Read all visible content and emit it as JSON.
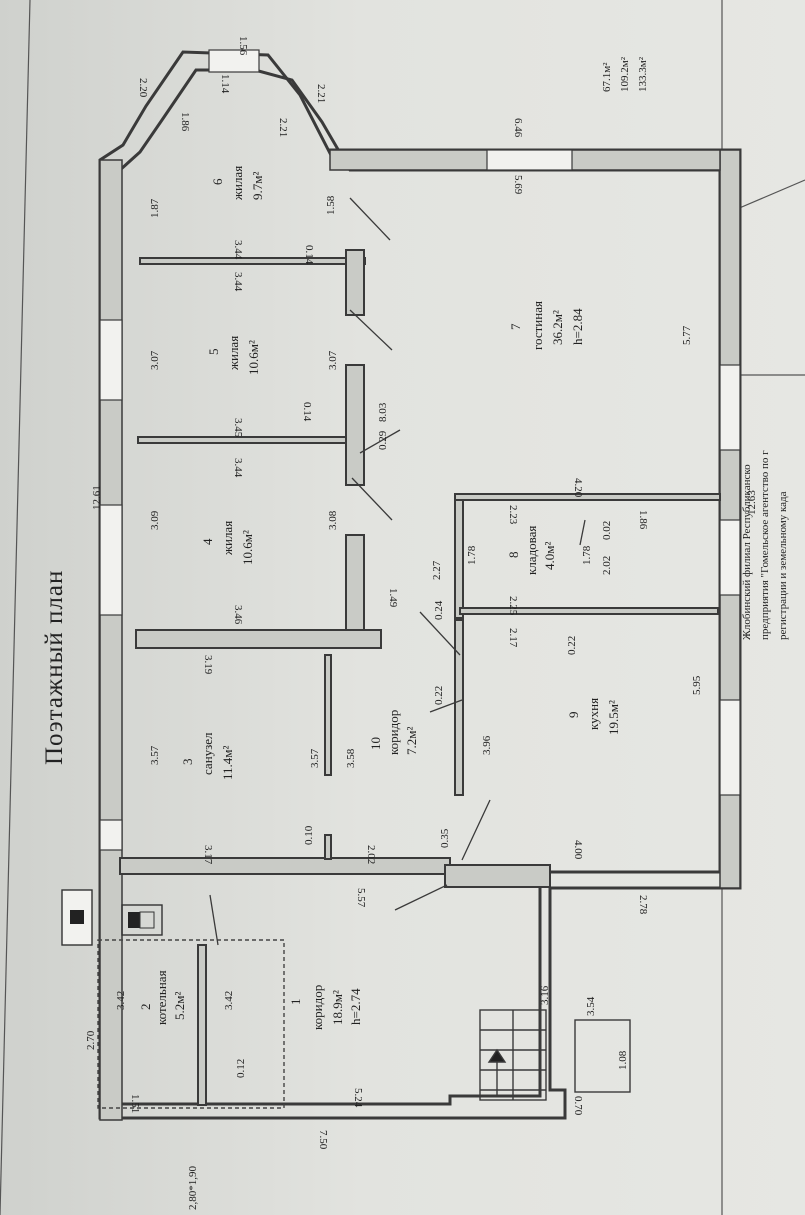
{
  "title": "Поэтажный план",
  "stamp": {
    "line1": "Жлобинский филиал  Республиканско",
    "line2": "предприятия \"Гомельское агентство по г",
    "line3": "регистрации и земельному када"
  },
  "areas": [
    "67.1м²",
    "109.2м²",
    "133.3м²"
  ],
  "rooms": [
    {
      "num": "1",
      "name": "коридор",
      "area": "18.9м²",
      "height": "h=2.74"
    },
    {
      "num": "2",
      "name": "котельная",
      "area": "5.2м²"
    },
    {
      "num": "3",
      "name": "санузел",
      "area": "11.4м²"
    },
    {
      "num": "4",
      "name": "жилая",
      "area": "10.6м²"
    },
    {
      "num": "5",
      "name": "жилая",
      "area": "10.6м²"
    },
    {
      "num": "6",
      "name": "жилая",
      "area": "9.7м²"
    },
    {
      "num": "7",
      "name": "гостиная",
      "area": "36.2м²",
      "height": "h=2.84"
    },
    {
      "num": "8",
      "name": "кладовая",
      "area": "4.0м²"
    },
    {
      "num": "9",
      "name": "кухня",
      "area": "19.5м²"
    },
    {
      "num": "10",
      "name": "коридор",
      "area": "7.2м²"
    }
  ],
  "dims": {
    "d1_56": "1.56",
    "d1_14": "1.14",
    "d2_20": "2.20",
    "d1_86": "1.86",
    "d2_21a": "2.21",
    "d2_21b": "2.21",
    "d6_46": "6.46",
    "d5_69": "5.69",
    "d1_58": "1.58",
    "d1_87": "1.87",
    "d3_44a": "3.44",
    "d3_44b": "3.44",
    "d0_14a": "0.14",
    "d3_07a": "3.07",
    "d3_07b": "3.07",
    "d5_77": "5.77",
    "d3_45": "3.45",
    "d0_14b": "0.14",
    "d0_29": "0.29",
    "d8_03": "8.03",
    "d3_44c": "3.44",
    "d12_61": "12.61",
    "d3_09": "3.09",
    "d3_08": "3.08",
    "d4_20": "4.20",
    "d2_23": "2.23",
    "d12_63": "12.63",
    "d1_86b": "1.86",
    "d2_27": "2.27",
    "d1_78a": "1.78",
    "d1_78b": "1.78",
    "d2_02a": "2.02",
    "d0_02": "0.02",
    "d1_49": "1.49",
    "d0_24": "0.24",
    "d3_46": "3.46",
    "d2_25": "2.25",
    "d2_17": "2.17",
    "d0_22a": "0.22",
    "d0_22b": "0.22",
    "d3_19": "3.19",
    "d5_95": "5.95",
    "d3_57a": "3.57",
    "d3_57b": "3.57",
    "d3_58": "3.58",
    "d3_96": "3.96",
    "d0_10": "0.10",
    "d3_17": "3.17",
    "d2_02b": "2.02",
    "d0_35": "0.35",
    "d4_00": "4.00",
    "d5_57": "5.57",
    "d2_78": "2.78",
    "d3_42a": "3.42",
    "d3_42b": "3.42",
    "d2_70": "2.70",
    "d3_16": "3.16",
    "d3_54": "3.54",
    "d1_08": "1.08",
    "d0_12": "0.12",
    "d1_51": "1.51",
    "d5_24": "5.24",
    "d0_70": "0.70",
    "d7_50": "7.50",
    "d2_80x1_90": "2,80*1,90"
  }
}
